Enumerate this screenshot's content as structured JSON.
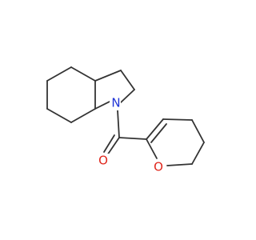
{
  "atoms": {
    "n": {
      "label": "N",
      "color": "#1f33d6"
    },
    "o_carbonyl": {
      "label": "O",
      "color": "#e0261c"
    },
    "o_ring": {
      "label": "O",
      "color": "#e0261c"
    }
  },
  "colors": {
    "bond": "#333333",
    "background": "#ffffff"
  }
}
